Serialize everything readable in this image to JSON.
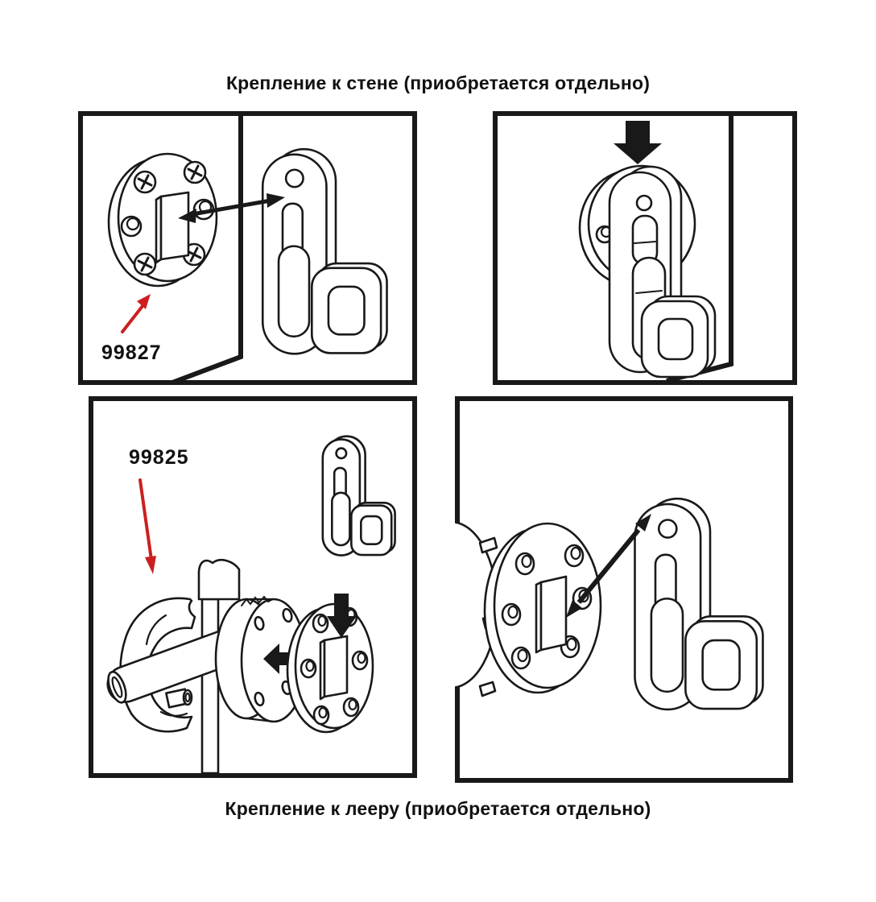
{
  "page": {
    "top_title": "Крепление к стене (приобретается отдельно)",
    "bottom_title": "Крепление к лееру (приобретается отдельно)"
  },
  "parts": {
    "wall_plate_number": "99827",
    "rail_clamp_number": "99825"
  },
  "colors": {
    "ink": "#191919",
    "pointer_red": "#cc2020",
    "paper": "#ffffff"
  },
  "icons": {
    "hang_direction": "down-arrow-icon",
    "insert_direction": "double-headed-arrow-icon",
    "assemble_direction": "left-arrow-icon",
    "part_pointer": "red-arrow-icon"
  }
}
